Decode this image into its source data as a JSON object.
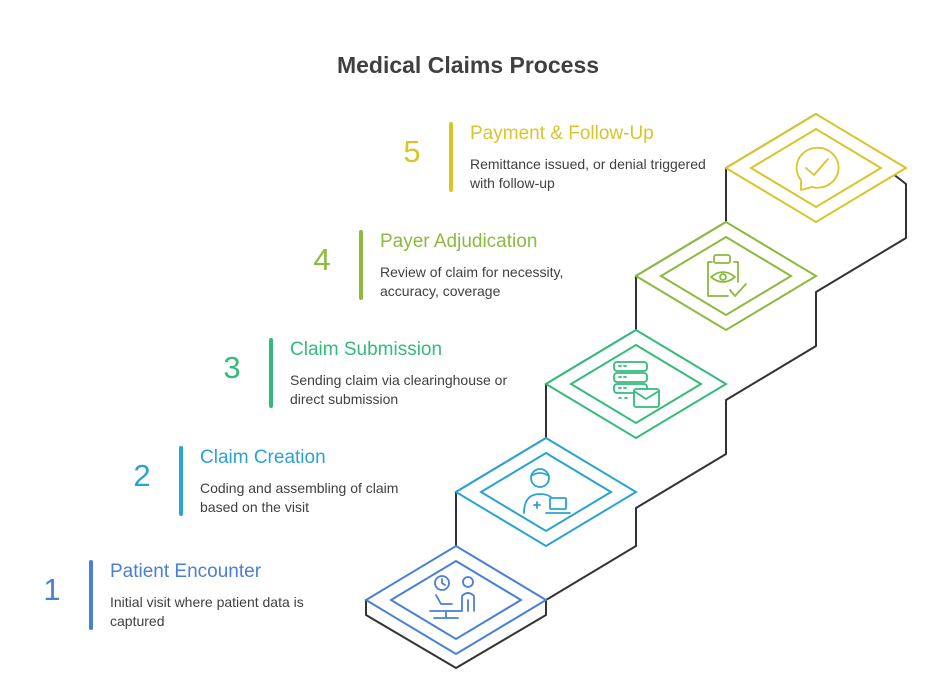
{
  "title": "Medical Claims Process",
  "steps": [
    {
      "number": "1",
      "heading": "Patient Encounter",
      "description": "Initial visit where patient data is captured",
      "color": "#4A7FD6",
      "icon": "doctor-patient-icon"
    },
    {
      "number": "2",
      "heading": "Claim Creation",
      "description": "Coding and assembling of claim based on the visit",
      "color": "#29A3D1",
      "icon": "medical-coder-laptop-icon"
    },
    {
      "number": "3",
      "heading": "Claim Submission",
      "description": "Sending claim via clearinghouse or direct submission",
      "color": "#33BB7A",
      "icon": "server-email-icon"
    },
    {
      "number": "4",
      "heading": "Payer Adjudication",
      "description": "Review of claim for necessity, accuracy, coverage",
      "color": "#8BBA3E",
      "icon": "clipboard-eye-icon"
    },
    {
      "number": "5",
      "heading": "Payment & Follow-Up",
      "description": "Remittance issued, or denial triggered with follow-up",
      "color": "#D9C52B",
      "icon": "chat-check-icon"
    }
  ]
}
